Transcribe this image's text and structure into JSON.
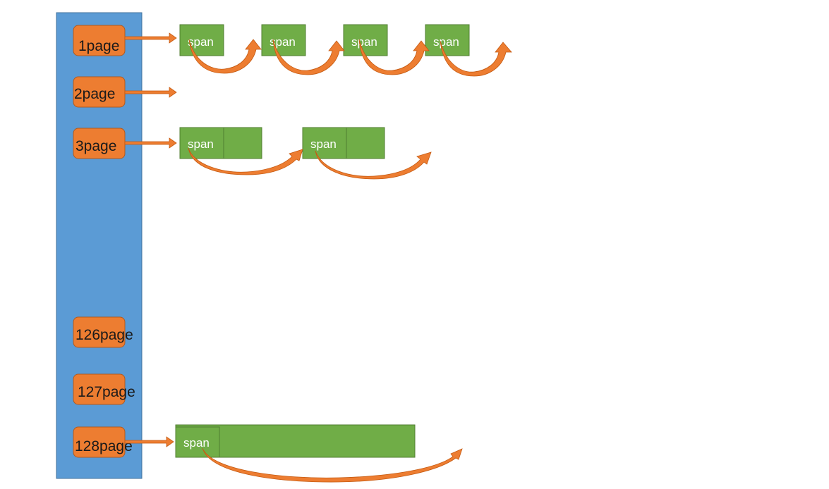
{
  "colors": {
    "column_fill": "#5b9bd5",
    "column_stroke": "#41719c",
    "page_fill": "#ed7d31",
    "page_stroke": "#ae5a21",
    "span_fill": "#70ad47",
    "span_stroke": "#507e32",
    "arrow": "#ed7d31"
  },
  "page_labels": {
    "p1": "1page",
    "p2": "2page",
    "p3": "3page",
    "p126": "126page",
    "p127": "127page",
    "p128": "128page"
  },
  "span_label": "span"
}
